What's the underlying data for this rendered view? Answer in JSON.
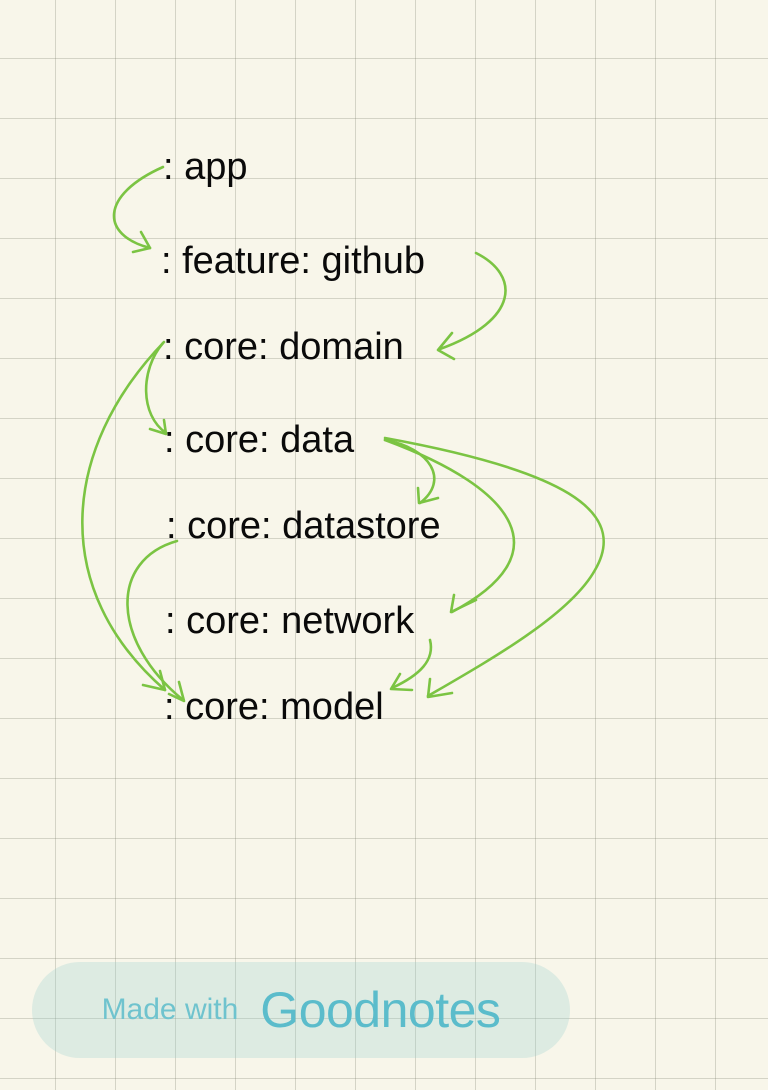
{
  "modules": {
    "app": ": app",
    "feature_github": ": feature: github",
    "core_domain": ": core: domain",
    "core_data": ": core: data",
    "core_datastore": ": core: datastore",
    "core_network": ": core: network",
    "core_model": ": core: model"
  },
  "dependencies": [
    {
      "from": ": app",
      "to": ": feature: github"
    },
    {
      "from": ": feature: github",
      "to": ": core: domain"
    },
    {
      "from": ": core: domain",
      "to": ": core: data"
    },
    {
      "from": ": core: domain",
      "to": ": core: model"
    },
    {
      "from": ": core: data",
      "to": ": core: datastore"
    },
    {
      "from": ": core: data",
      "to": ": core: network"
    },
    {
      "from": ": core: data",
      "to": ": core: model"
    },
    {
      "from": ": core: datastore",
      "to": ": core: model"
    },
    {
      "from": ": core: network",
      "to": ": core: model"
    }
  ],
  "colors": {
    "arrow": "#7bc443",
    "text": "#0a0a0a",
    "paper": "#f8f6ea",
    "watermark": "#5bbccb"
  },
  "watermark": {
    "made_with": "Made with",
    "brand": "Goodnotes"
  }
}
